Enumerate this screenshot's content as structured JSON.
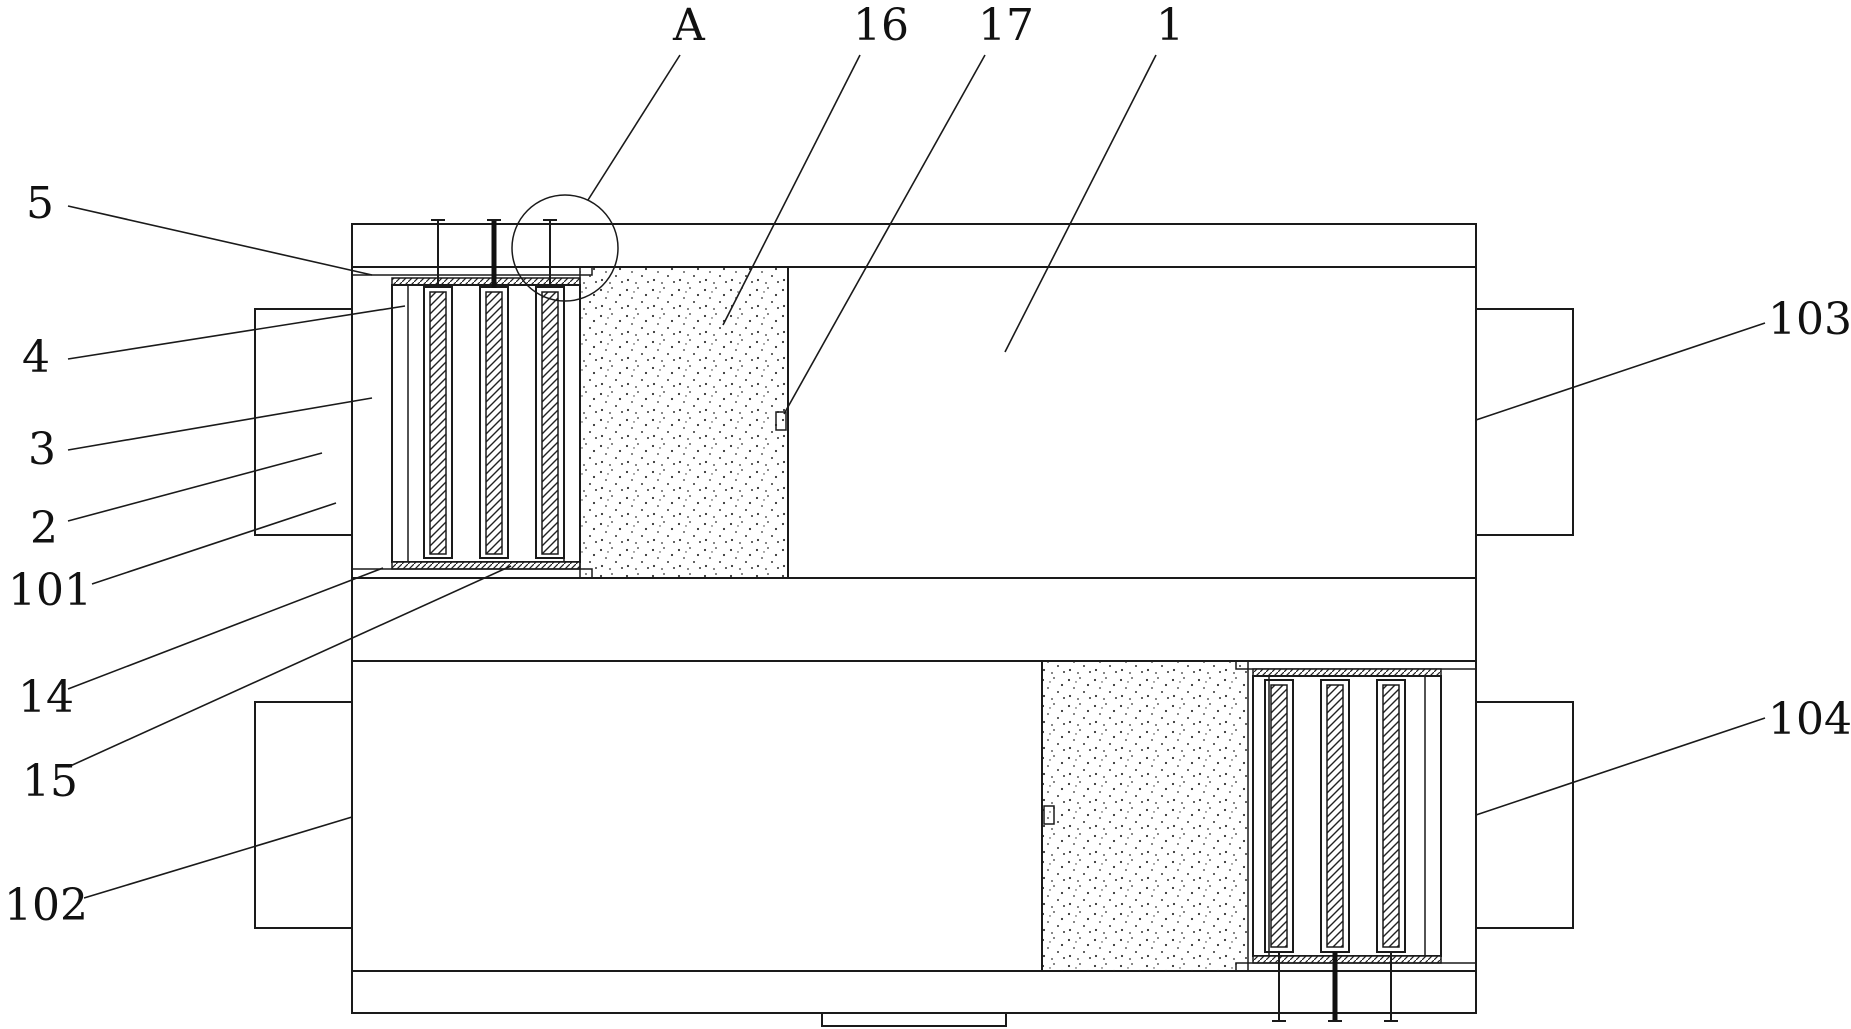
{
  "labels": {
    "A": "A",
    "l16": "16",
    "l17": "17",
    "l1": "1",
    "l5": "5",
    "l4": "4",
    "l3": "3",
    "l2": "2",
    "l101": "101",
    "l14": "14",
    "l15": "15",
    "l102": "102",
    "l103": "103",
    "l104": "104"
  }
}
